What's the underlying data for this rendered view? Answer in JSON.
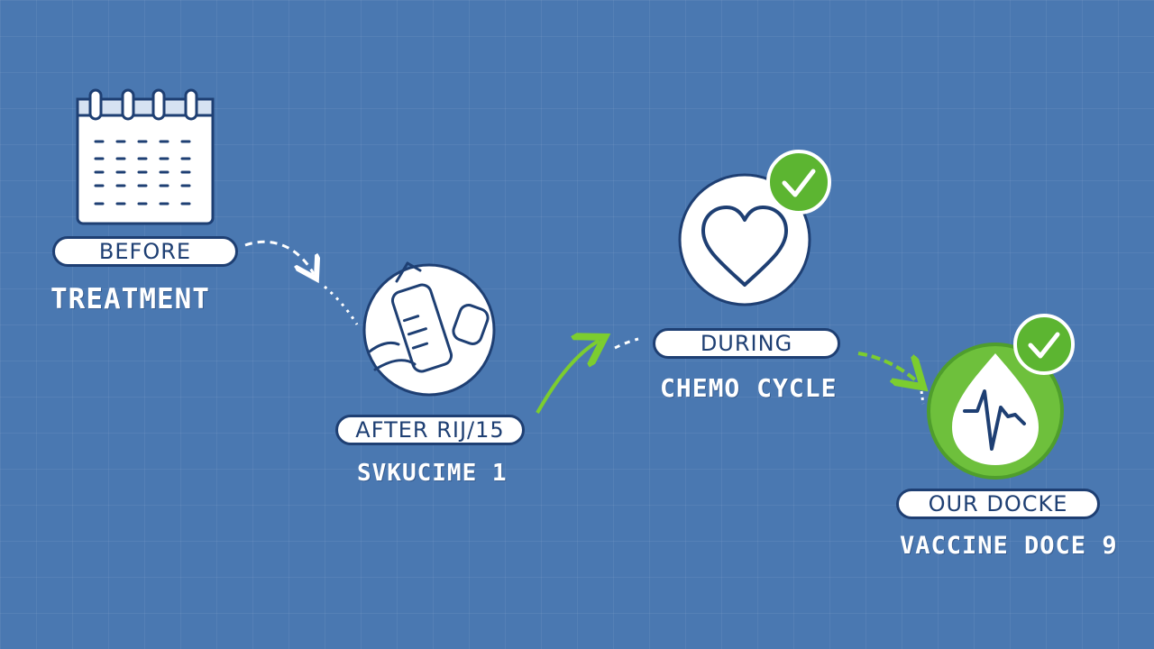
{
  "stages": [
    {
      "pill": "BEFORE",
      "caption": "TREATMENT",
      "icon": "calendar-icon"
    },
    {
      "pill": "AFTER RIJ/15",
      "caption": "SVKUCIME 1",
      "icon": "syringe-icon"
    },
    {
      "pill": "DURING",
      "caption": "CHEMO CYCLE",
      "icon": "heart-icon",
      "checked": true
    },
    {
      "pill": "OUR DOCKE",
      "caption": "VACCINE DOCE 9",
      "icon": "pulse-drop-icon",
      "checked": true
    }
  ],
  "colors": {
    "background": "#4a78b1",
    "outline": "#1e3f73",
    "check_green": "#5cb531",
    "arrow_green": "#7ccd2f",
    "white": "#ffffff"
  }
}
